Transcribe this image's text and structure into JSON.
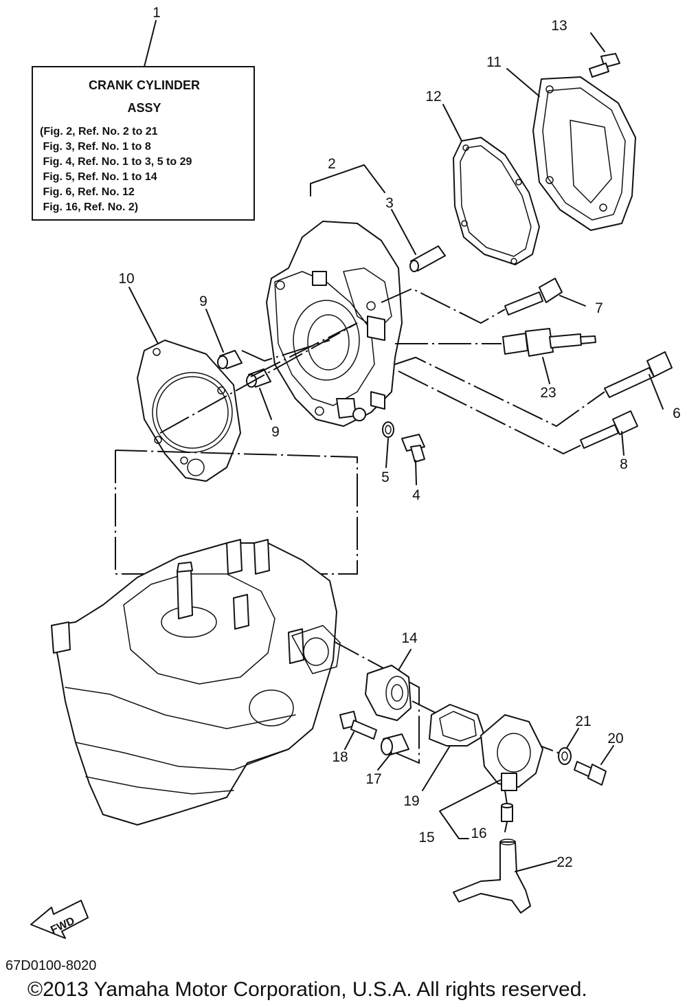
{
  "assembly_box": {
    "title_line1": "CRANK CYLINDER",
    "title_line2": "ASSY",
    "refs": [
      "(Fig. 2, Ref. No. 2 to 21",
      " Fig. 3, Ref. No. 1 to 8",
      " Fig. 4, Ref. No. 1 to 3, 5 to 29",
      " Fig. 5, Ref. No. 1 to 14",
      " Fig. 6, Ref. No. 12",
      " Fig. 16, Ref. No. 2)"
    ]
  },
  "callouts": {
    "c1": "1",
    "c2": "2",
    "c3": "3",
    "c4": "4",
    "c5": "5",
    "c6": "6",
    "c7": "7",
    "c8": "8",
    "c9a": "9",
    "c9b": "9",
    "c10": "10",
    "c11": "11",
    "c12": "12",
    "c13": "13",
    "c14": "14",
    "c15": "15",
    "c16": "16",
    "c17": "17",
    "c18": "18",
    "c19": "19",
    "c20": "20",
    "c21": "21",
    "c22": "22",
    "c23": "23"
  },
  "fwd_label": "FWD",
  "diagram_code": "67D0100-8020",
  "copyright": "©2013 Yamaha Motor Corporation, U.S.A. All rights reserved."
}
